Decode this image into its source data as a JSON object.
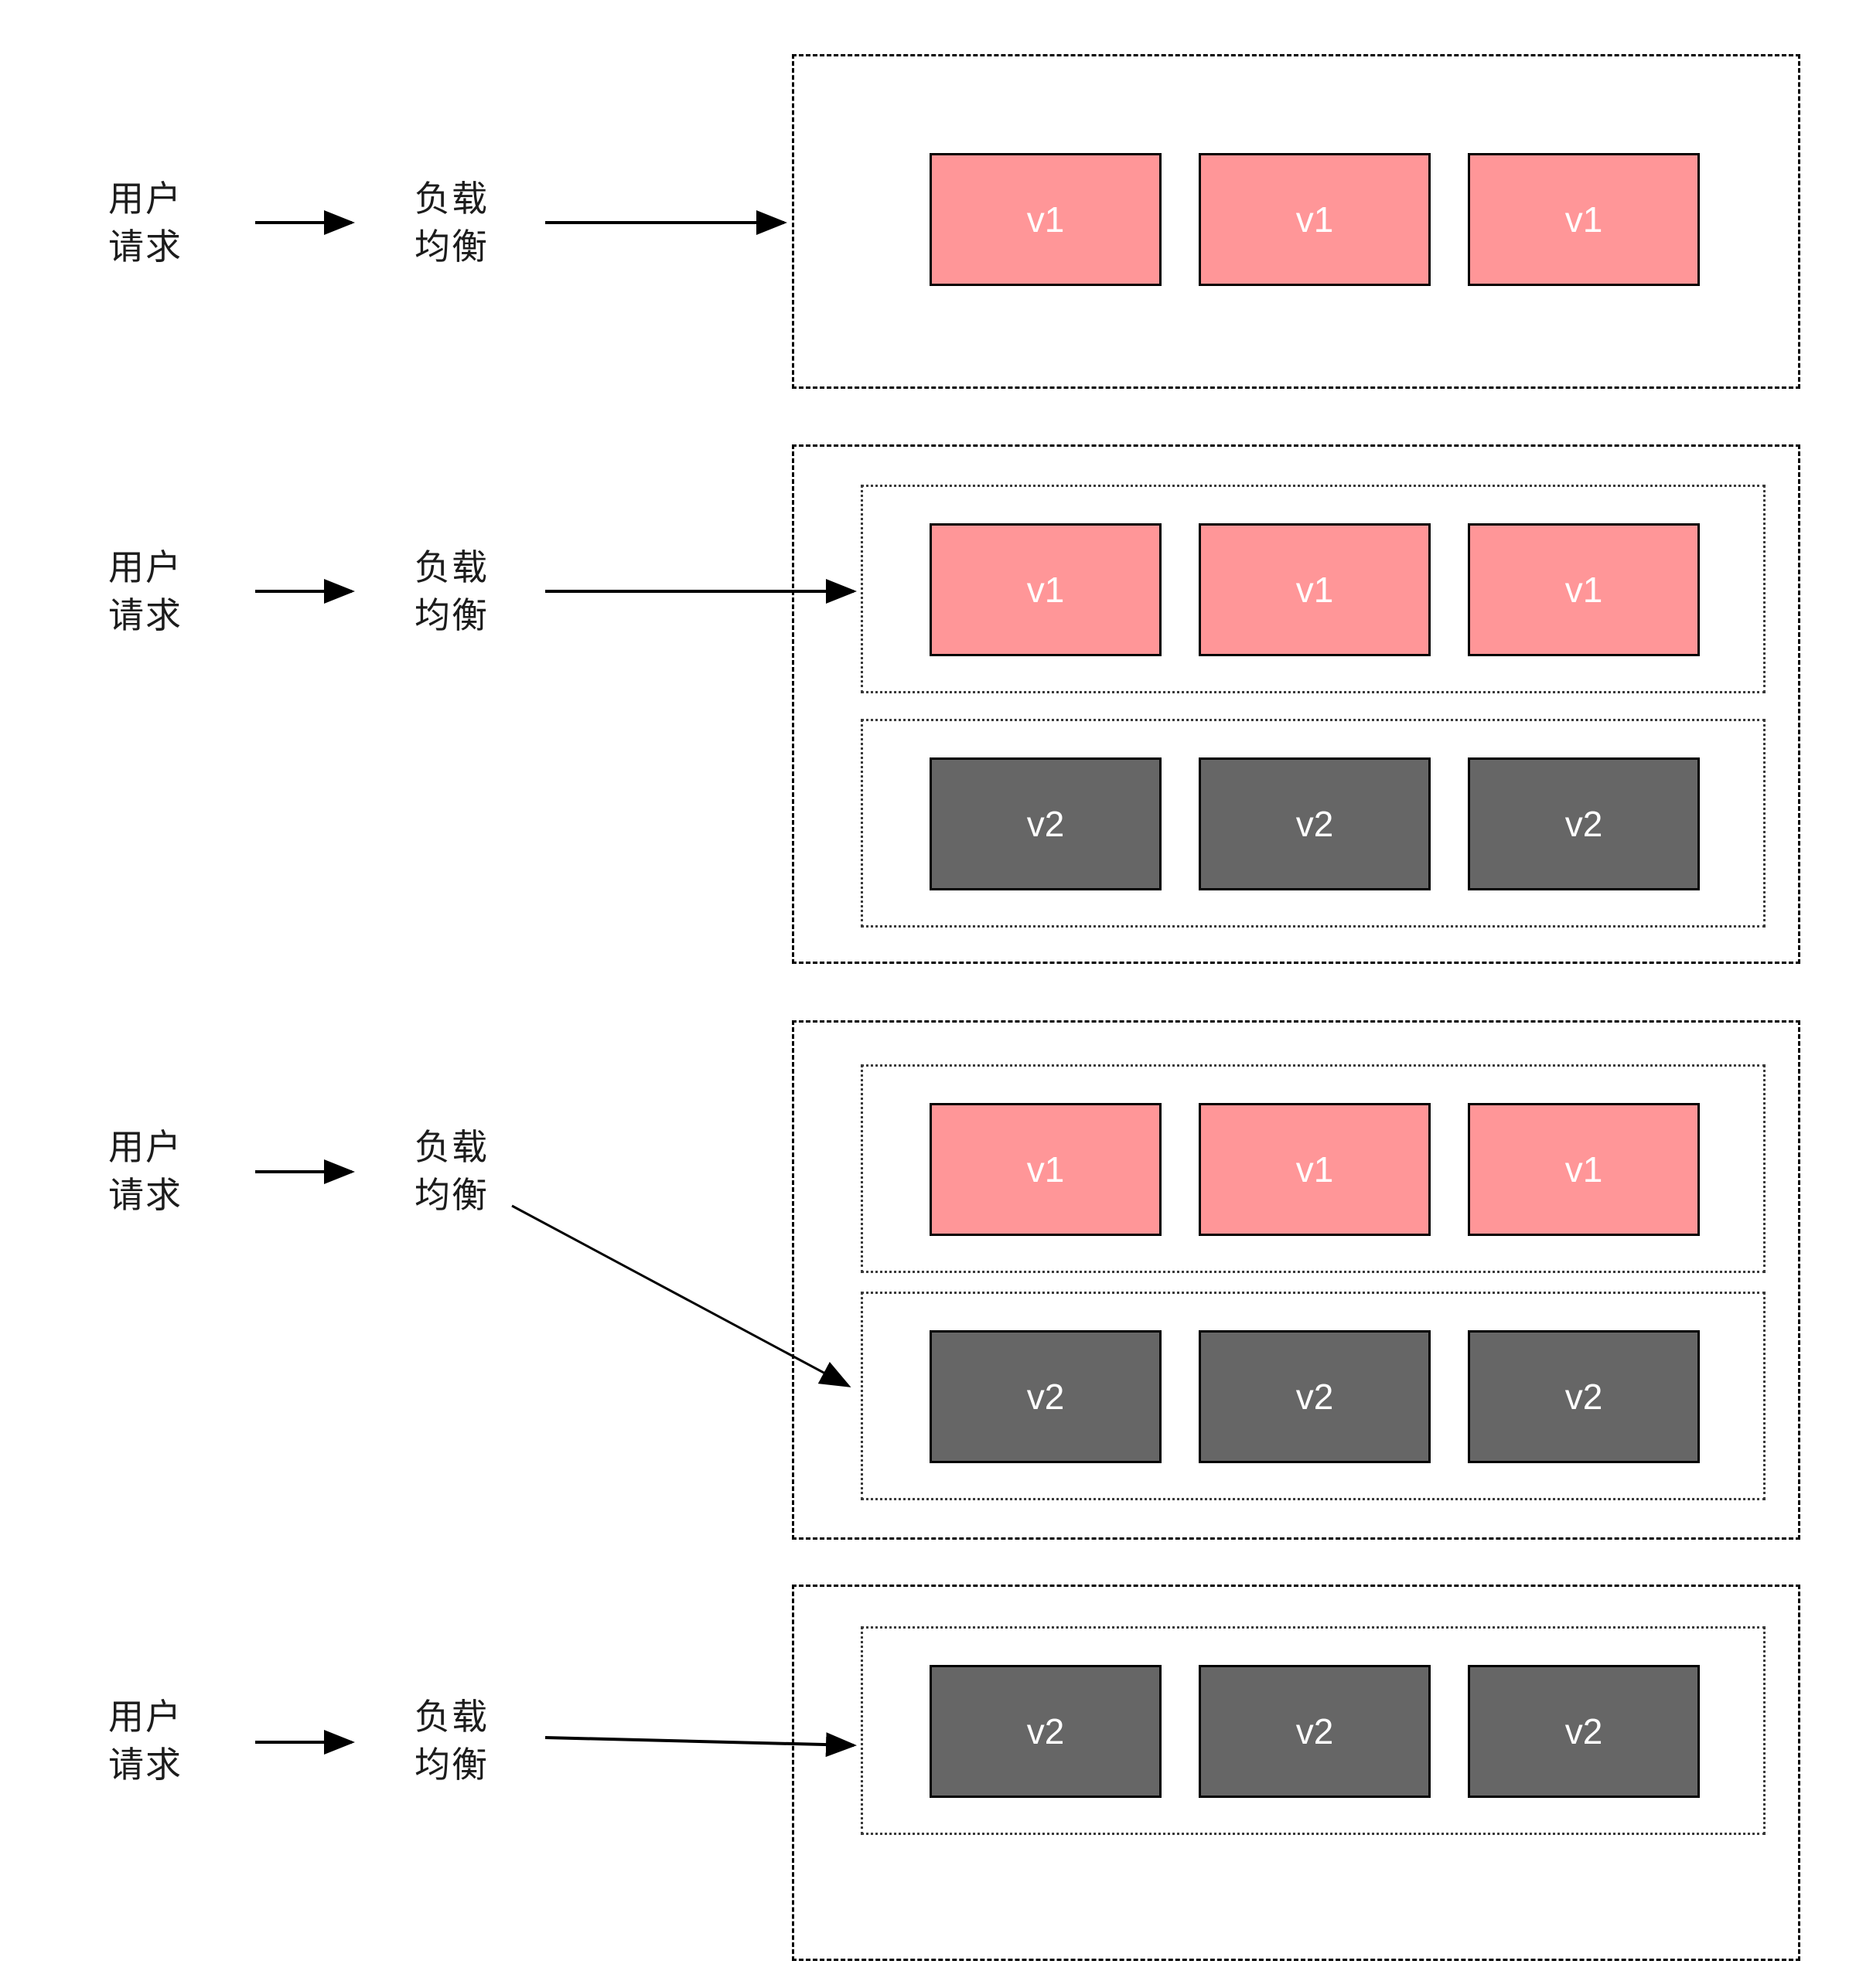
{
  "colors": {
    "v1-fill": "#ff9698",
    "v2-fill": "#666666",
    "node-border": "#000000",
    "outer-border": "#000000",
    "inner-border": "#3a3a3a",
    "arrow": "#000000",
    "label-text": "#1c1c1c",
    "node-text": "#ffffff"
  },
  "labels": {
    "user_request": [
      "用户",
      "请求"
    ],
    "load_balancer": [
      "负载",
      "均衡"
    ]
  },
  "stages": [
    {
      "name": "stage-1-all-v1",
      "rows": [
        {
          "version": "v1",
          "nodes": [
            "v1",
            "v1",
            "v1"
          ]
        }
      ]
    },
    {
      "name": "stage-2-v2-deployed-traffic-to-v1",
      "rows": [
        {
          "version": "v1",
          "nodes": [
            "v1",
            "v1",
            "v1"
          ]
        },
        {
          "version": "v2",
          "nodes": [
            "v2",
            "v2",
            "v2"
          ]
        }
      ]
    },
    {
      "name": "stage-3-traffic-switched-to-v2",
      "rows": [
        {
          "version": "v1",
          "nodes": [
            "v1",
            "v1",
            "v1"
          ]
        },
        {
          "version": "v2",
          "nodes": [
            "v2",
            "v2",
            "v2"
          ]
        }
      ]
    },
    {
      "name": "stage-4-all-v2",
      "rows": [
        {
          "version": "v2",
          "nodes": [
            "v2",
            "v2",
            "v2"
          ]
        }
      ]
    }
  ]
}
